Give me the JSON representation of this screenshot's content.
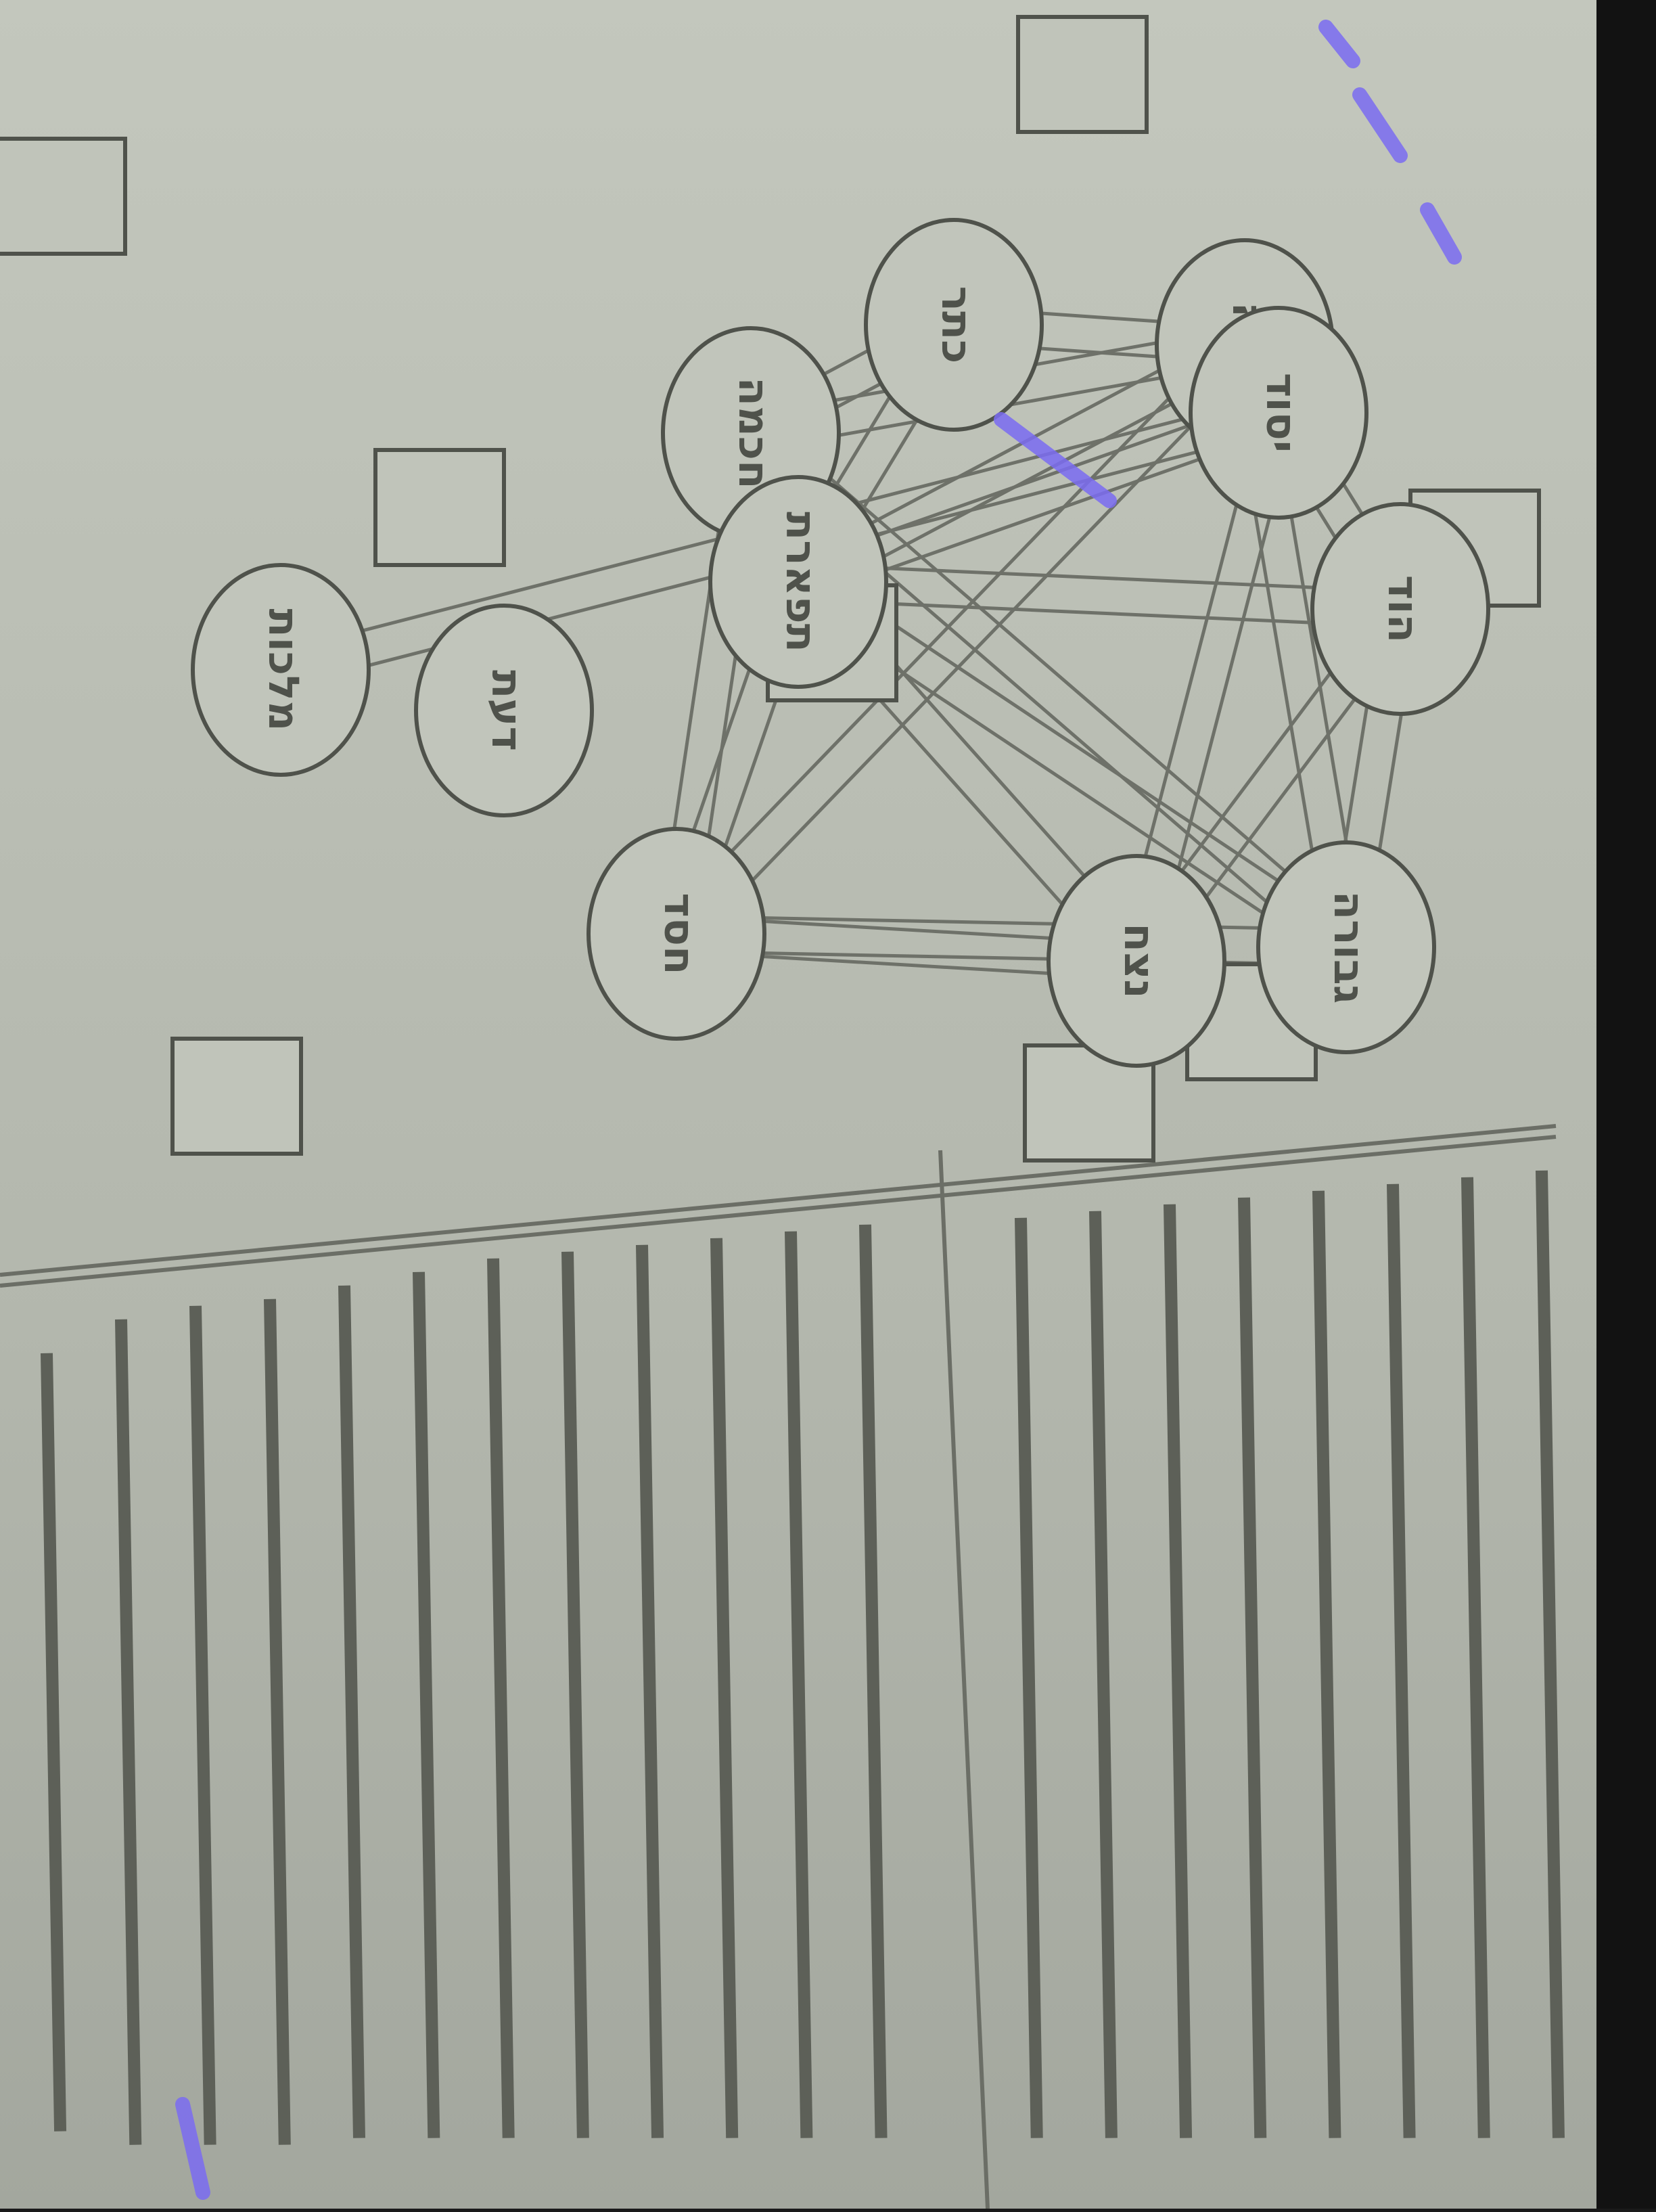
{
  "diagram": {
    "nodes": [
      {
        "id": "keter",
        "label": "כתר"
      },
      {
        "id": "chochmah",
        "label": "חכמה"
      },
      {
        "id": "binah",
        "label": "בינה"
      },
      {
        "id": "daat",
        "label": "דעת"
      },
      {
        "id": "chesed",
        "label": "חסד"
      },
      {
        "id": "gevurah",
        "label": "גבורה"
      },
      {
        "id": "tiferet",
        "label": "תפארת"
      },
      {
        "id": "netzach",
        "label": "נצח"
      },
      {
        "id": "hod",
        "label": "הוד"
      },
      {
        "id": "yesod",
        "label": "יסוד"
      },
      {
        "id": "malkhut",
        "label": "מלכות"
      }
    ],
    "edges": [
      [
        "keter",
        "chochmah"
      ],
      [
        "keter",
        "binah"
      ],
      [
        "keter",
        "tiferet"
      ],
      [
        "chochmah",
        "binah"
      ],
      [
        "chochmah",
        "chesed"
      ],
      [
        "chochmah",
        "tiferet"
      ],
      [
        "chochmah",
        "gevurah"
      ],
      [
        "binah",
        "gevurah"
      ],
      [
        "binah",
        "tiferet"
      ],
      [
        "binah",
        "chesed"
      ],
      [
        "chesed",
        "gevurah"
      ],
      [
        "chesed",
        "tiferet"
      ],
      [
        "chesed",
        "netzach"
      ],
      [
        "gevurah",
        "tiferet"
      ],
      [
        "gevurah",
        "hod"
      ],
      [
        "tiferet",
        "netzach"
      ],
      [
        "tiferet",
        "hod"
      ],
      [
        "tiferet",
        "yesod"
      ],
      [
        "netzach",
        "hod"
      ],
      [
        "netzach",
        "yesod"
      ],
      [
        "hod",
        "yesod"
      ],
      [
        "yesod",
        "malkhut"
      ]
    ]
  },
  "colors": {
    "paper": "#b9bdb3",
    "ink": "#4f524b",
    "pencil": "#6e7169",
    "glare": "#7b6cf2"
  }
}
